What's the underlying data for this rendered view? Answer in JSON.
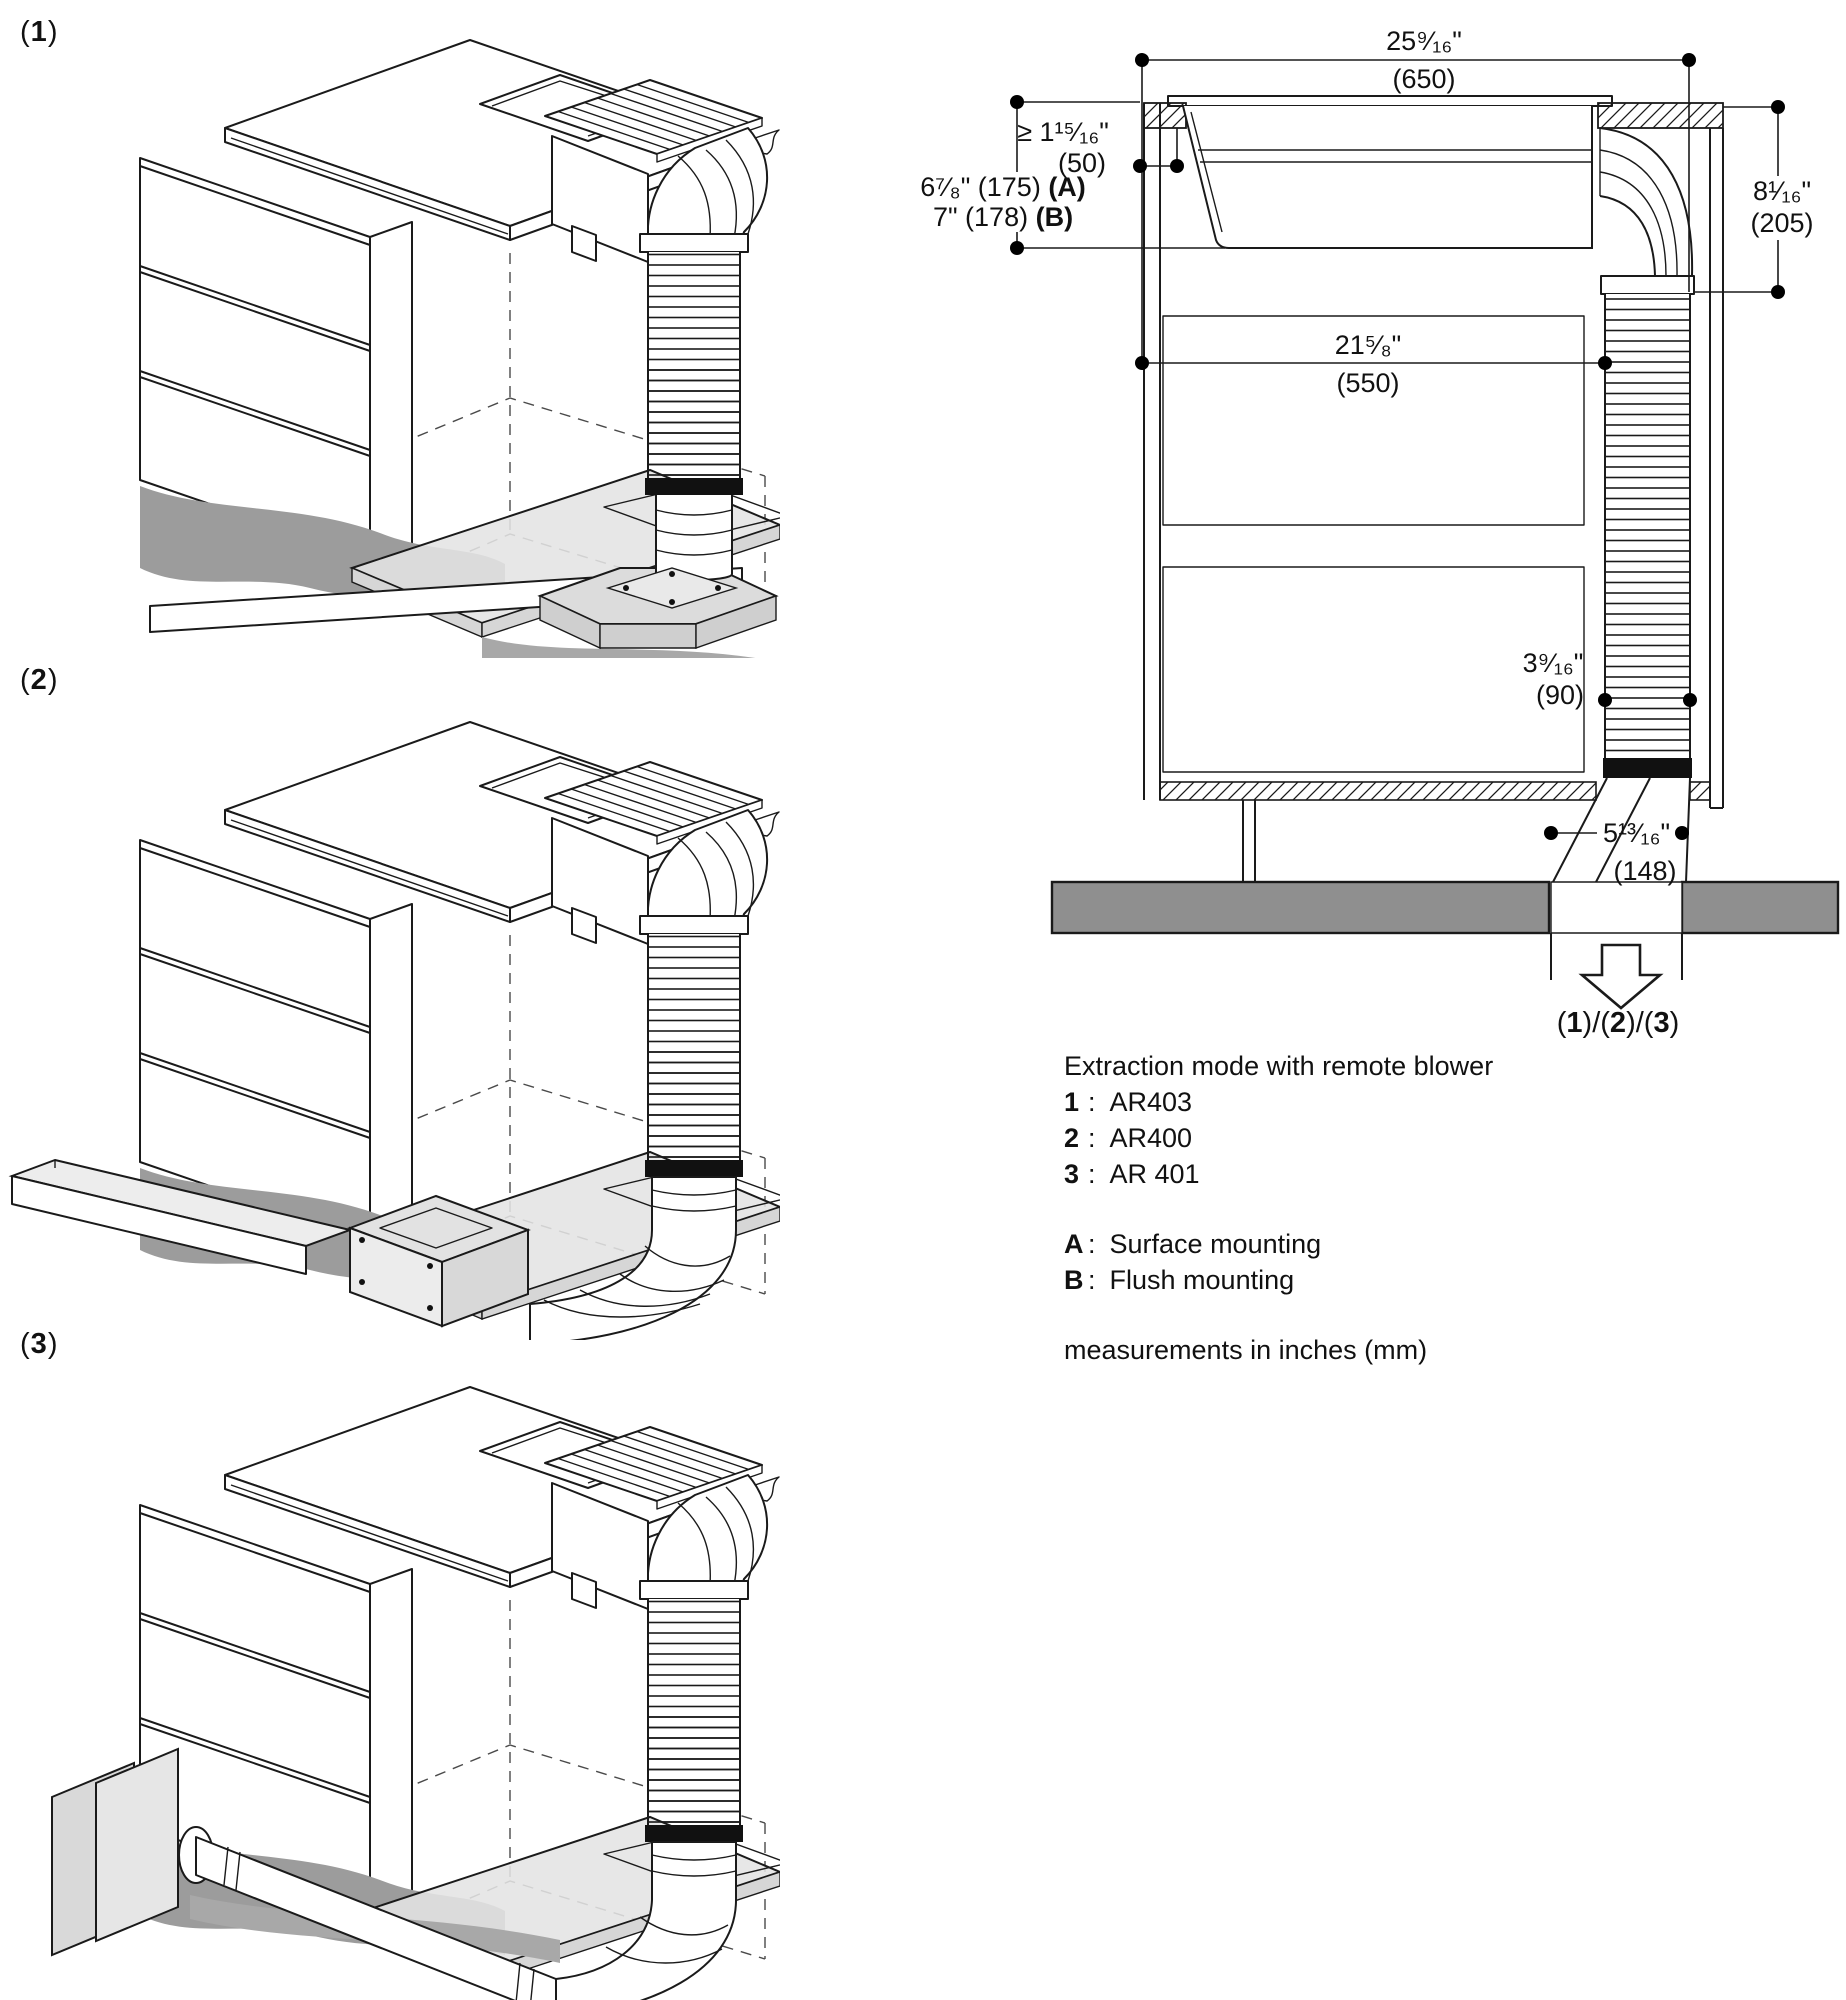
{
  "figures": [
    {
      "prefix": "(",
      "num": "1",
      "suffix": ")"
    },
    {
      "prefix": "(",
      "num": "2",
      "suffix": ")"
    },
    {
      "prefix": "(",
      "num": "3",
      "suffix": ")"
    }
  ],
  "cross_section": {
    "dims": {
      "top_width": {
        "inches": "25⁹⁄₁₆\"",
        "mm": "(650)"
      },
      "wall_gap": {
        "inches": "≥ 1¹⁵⁄₁₆\"",
        "mm": "(50)"
      },
      "depth_surface": {
        "text": "6⁷⁄₈\" (175) ",
        "tag": "(A)"
      },
      "depth_flush": {
        "text": "7\" (178) ",
        "tag": "(B)"
      },
      "right_height": {
        "inches": "8¹⁄₁₆\"",
        "mm": "(205)"
      },
      "inner_width": {
        "inches": "21⁵⁄₈\"",
        "mm": "(550)"
      },
      "duct_width": {
        "inches": "3⁹⁄₁₆\"",
        "mm": "(90)"
      },
      "floor_opening": {
        "inches": "5¹³⁄₁₆\"",
        "mm": "(148)"
      }
    },
    "outlet": {
      "p1": "(",
      "n1": "1",
      "s1": ")/(",
      "n2": "2",
      "s2": ")/(",
      "n3": "3",
      "s3": ")"
    }
  },
  "legend": {
    "title": "Extraction mode with remote blower",
    "sep": ":",
    "blowers": [
      {
        "key": "1",
        "label": "AR403"
      },
      {
        "key": "2",
        "label": "AR400"
      },
      {
        "key": "3",
        "label": "AR 401"
      }
    ],
    "mountings": [
      {
        "key": "A",
        "label": "Surface mounting"
      },
      {
        "key": "B",
        "label": "Flush mounting"
      }
    ],
    "note": "measurements in inches (mm)"
  },
  "colors": {
    "line": "#1a1a1a",
    "floor_bar_gray": "#8f8f8f",
    "panel_gray": "#e4e4e4",
    "wave_gray": "#9c9c9c",
    "box_gray": "#dcdcdc"
  }
}
